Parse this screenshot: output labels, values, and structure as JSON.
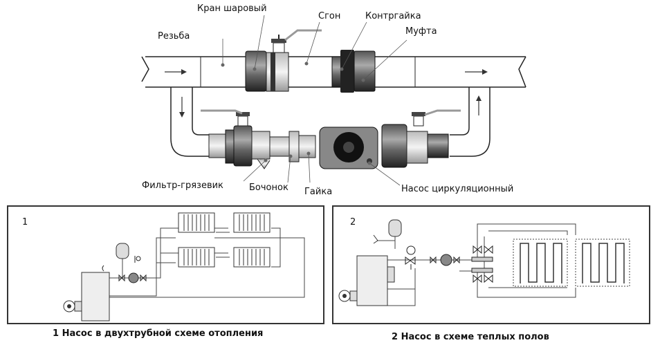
{
  "labels": {
    "ball_valve": "Кран шаровый",
    "thread": "Резьба",
    "sgon": "Сгон",
    "locknut": "Контргайка",
    "coupling": "Муфта",
    "filter": "Фильтр-грязевик",
    "barrel": "Бочонок",
    "nut": "Гайка",
    "pump": "Насос циркуляционный"
  },
  "panels": [
    {
      "number": "1",
      "caption": "1 Насос в двухтрубной схеме отопления"
    },
    {
      "number": "2",
      "caption": "2 Насос в схеме теплых полов"
    }
  ]
}
